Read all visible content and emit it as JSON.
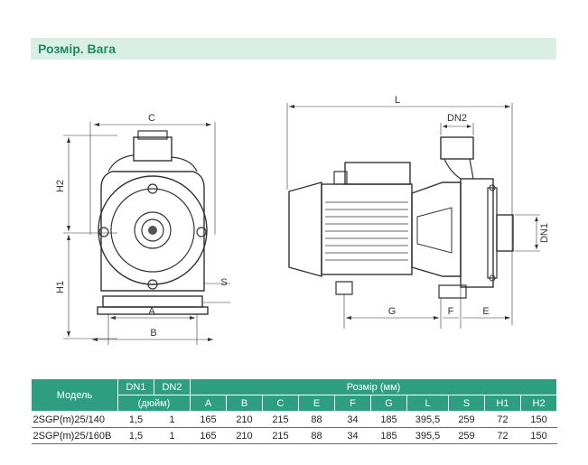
{
  "section": {
    "title": "Розмір. Вага"
  },
  "drawing": {
    "front": {
      "label_c": "C",
      "label_h2": "H2",
      "label_h1": "H1",
      "label_s": "S",
      "label_a": "A",
      "label_b": "B"
    },
    "side": {
      "label_l": "L",
      "label_dn2": "DN2",
      "label_dn1": "DN1",
      "label_g": "G",
      "label_f": "F",
      "label_e": "E"
    }
  },
  "table": {
    "header": {
      "model": "Модель",
      "dn1": "DN1",
      "dn2": "DN2",
      "unit_inch": "(дюйм)",
      "size_group": "Розмір (мм)",
      "dims": [
        "A",
        "B",
        "C",
        "E",
        "F",
        "G",
        "L",
        "S",
        "H1",
        "H2"
      ]
    },
    "rows": [
      {
        "model": "2SGP(m)25/140",
        "dn1": "1,5",
        "dn2": "1",
        "dims": [
          "165",
          "210",
          "215",
          "88",
          "34",
          "185",
          "395,5",
          "259",
          "72",
          "150"
        ]
      },
      {
        "model": "2SGP(m)25/160B",
        "dn1": "1,5",
        "dn2": "1",
        "dims": [
          "165",
          "210",
          "215",
          "88",
          "34",
          "185",
          "395,5",
          "259",
          "72",
          "150"
        ]
      }
    ]
  }
}
